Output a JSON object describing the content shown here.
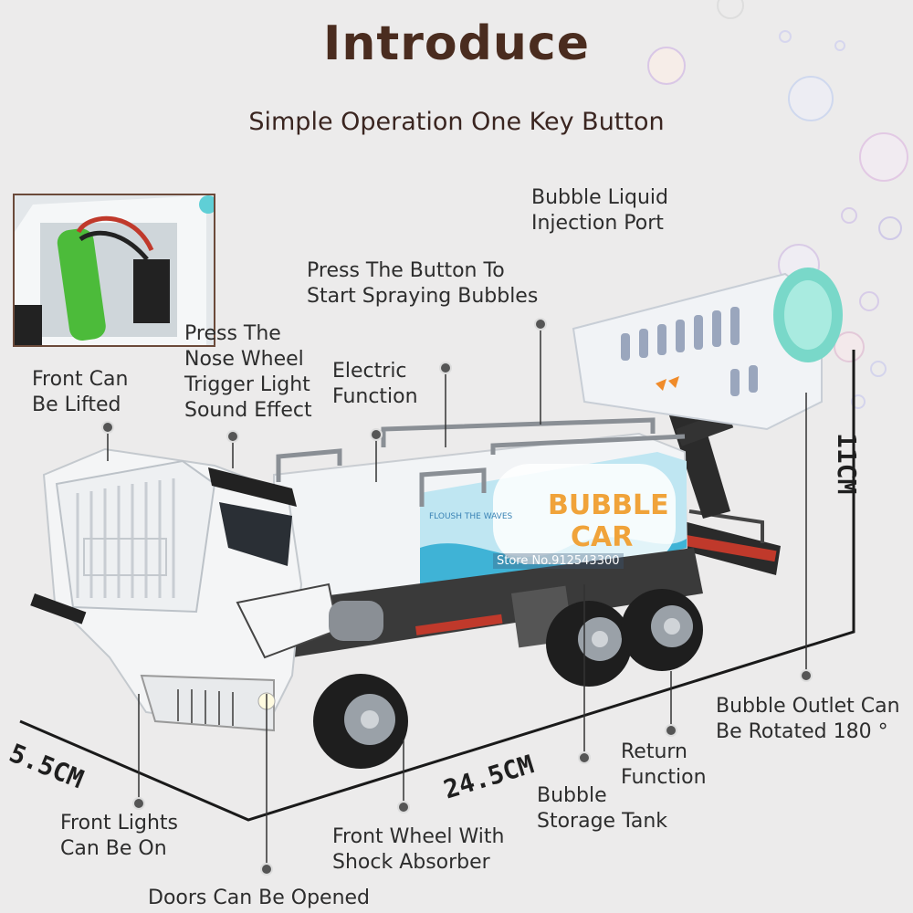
{
  "title": "Introduce",
  "subtitle": "Simple Operation One Key Button",
  "callouts": {
    "bubble_liquid_port": [
      "Bubble Liquid",
      "Injection Port"
    ],
    "press_button": [
      "Press The Button To",
      "Start Spraying Bubbles"
    ],
    "nose_wheel": [
      "Press The",
      "Nose Wheel",
      "Trigger Light",
      "Sound Effect"
    ],
    "electric_function": [
      "Electric",
      "Function"
    ],
    "front_can": [
      "Front Can",
      "Be Lifted"
    ],
    "bubble_outlet": [
      "Bubble Outlet Can",
      "Be Rotated 180 °"
    ],
    "return_function": [
      "Return",
      "Function"
    ],
    "bubble_storage": [
      "Bubble",
      "Storage Tank"
    ],
    "front_lights": [
      "Front Lights",
      "Can Be On"
    ],
    "front_wheel": [
      "Front Wheel With",
      "Shock Absorber"
    ],
    "doors": [
      "Doors Can Be Opened"
    ]
  },
  "dimensions": {
    "width": "5.5CM",
    "length": "24.5CM",
    "height": "11CM"
  },
  "truck_text": {
    "tank_logo_line1": "BUBBLE",
    "tank_logo_line2": "CAR",
    "tank_small": "FLOUSH THE WAVES"
  },
  "watermark": "Store No.912543300",
  "colors": {
    "background": "#ecebeb",
    "title": "#4a2c1f",
    "tank_blue": "#3fb3d6",
    "truck_white": "#f4f5f6",
    "accent_red": "#c0392b"
  }
}
